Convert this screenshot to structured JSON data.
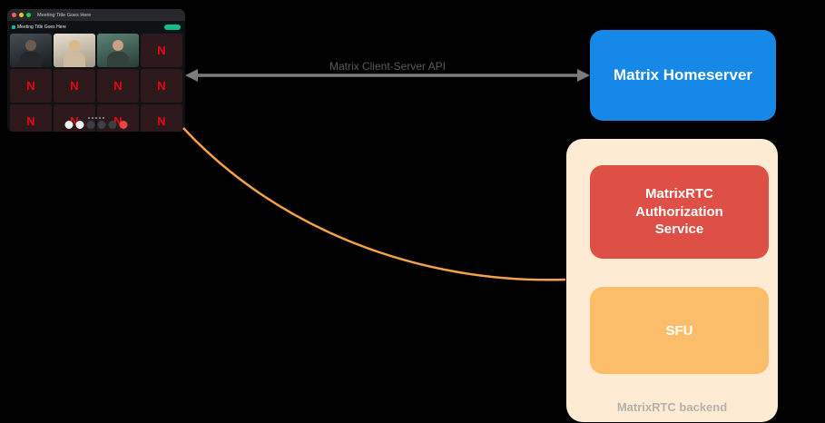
{
  "diagram": {
    "arrow_label": "Matrix Client-Server API",
    "arrow_color": "#7c7c7c",
    "curve_color": "#f6a24b",
    "homeserver": {
      "label": "Matrix Homeserver",
      "color": "#1588e8"
    },
    "auth_service": {
      "label": "MatrixRTC Authorization Service",
      "color": "#de4f46"
    },
    "sfu": {
      "label": "SFU",
      "color": "#fcbd6b"
    },
    "backend": {
      "label": "MatrixRTC backend",
      "bg_color": "#fdecd3",
      "label_color": "#b4b1ac"
    }
  },
  "screenshot": {
    "window_title": "Meeting Title Goes Here",
    "room_label": "Meeting Title Goes Here",
    "avatar_letter": "N",
    "accent_green": "#0dbd8b",
    "page_dot_count": 5,
    "tiles": [
      {
        "kind": "video",
        "variant": "dark"
      },
      {
        "kind": "video",
        "variant": "light"
      },
      {
        "kind": "video",
        "variant": "teal"
      },
      {
        "kind": "avatar"
      },
      {
        "kind": "avatar"
      },
      {
        "kind": "avatar"
      },
      {
        "kind": "avatar"
      },
      {
        "kind": "avatar"
      },
      {
        "kind": "avatar"
      },
      {
        "kind": "avatar"
      },
      {
        "kind": "avatar"
      },
      {
        "kind": "avatar"
      }
    ],
    "controls": [
      {
        "name": "mic-button",
        "style": "light"
      },
      {
        "name": "camera-button",
        "style": "light"
      },
      {
        "name": "screenshare-button",
        "style": "dark"
      },
      {
        "name": "participants-button",
        "style": "dark"
      },
      {
        "name": "more-options-button",
        "style": "dark"
      },
      {
        "name": "hangup-button",
        "style": "danger"
      }
    ]
  }
}
